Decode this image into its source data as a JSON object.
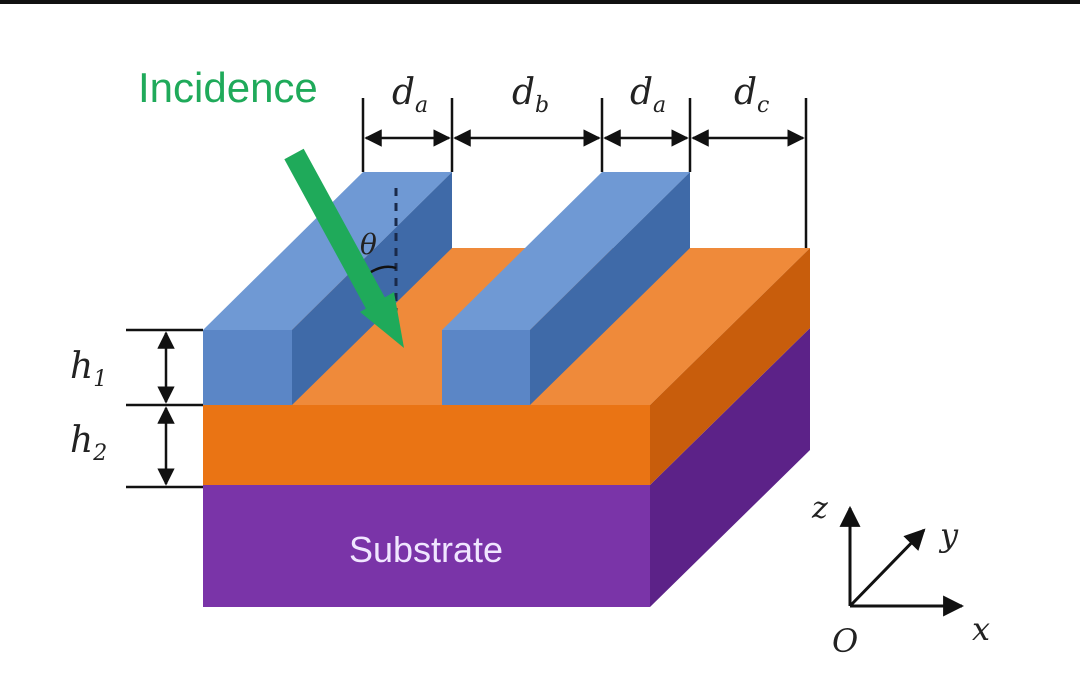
{
  "labels": {
    "incidence": "Incidence",
    "substrate": "Substrate",
    "theta": "θ",
    "origin": "O",
    "axis_x": "x",
    "axis_y": "y",
    "axis_z": "z"
  },
  "dimensions": [
    {
      "symbol": "d",
      "subscript": "a"
    },
    {
      "symbol": "d",
      "subscript": "b"
    },
    {
      "symbol": "d",
      "subscript": "a"
    },
    {
      "symbol": "d",
      "subscript": "c"
    }
  ],
  "heights": [
    {
      "symbol": "h",
      "subscript": "1"
    },
    {
      "symbol": "h",
      "subscript": "2"
    }
  ],
  "colors": {
    "incidence_green": "#1faa5a",
    "bar_top": "#6f99d4",
    "bar_front": "#5b86c6",
    "bar_side": "#3f6aa8",
    "orange_top": "#ef8a3a",
    "orange_front": "#ea7414",
    "orange_side": "#c85d0c",
    "substrate_front": "#7a34a8",
    "substrate_side": "#5c2288",
    "top_border": "#111111"
  }
}
